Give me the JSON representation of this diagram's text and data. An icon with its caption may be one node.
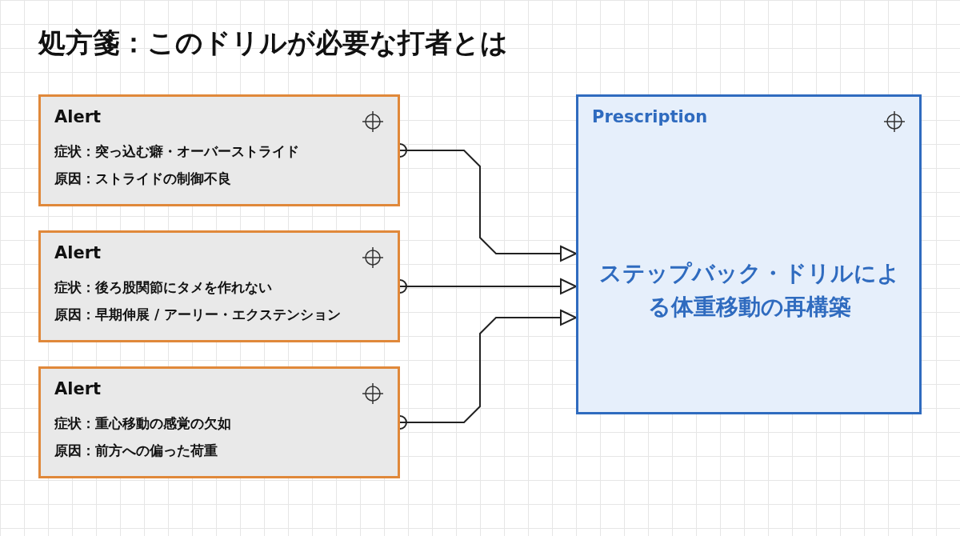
{
  "diagram": {
    "title": "処方箋：このドリルが必要な打者とは",
    "nodes": [
      {
        "text": [
          "Alert",
          "症状：突っ込む癖・オーバーストライド",
          "原因：ストライドの制御不良"
        ]
      },
      {
        "text": [
          "Alert",
          "症状：後ろ股関節にタメを作れない",
          "原因：早期伸展 / アーリー・エクステンション"
        ]
      },
      {
        "text": [
          "Alert",
          "症状：重心移動の感覚の欠如",
          "原因：前方への偏った荷重"
        ]
      },
      {
        "text": [
          "Prescription",
          "ステップバック・ドリルによる体重移動の再構築"
        ]
      }
    ],
    "edges": [
      {
        "from": 0,
        "to": 3,
        "arrow": "to"
      },
      {
        "from": 1,
        "to": 3,
        "arrow": "to"
      },
      {
        "from": 2,
        "to": 3,
        "arrow": "to"
      }
    ]
  }
}
